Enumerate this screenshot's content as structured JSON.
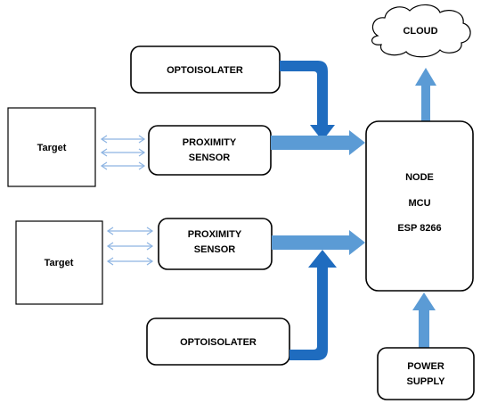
{
  "blocks": {
    "cloud": "CLOUD",
    "optoisolater_top": "OPTOISOLATER",
    "optoisolater_bottom": "OPTOISOLATER",
    "sensor_top": [
      "PROXIMITY",
      "SENSOR"
    ],
    "sensor_bottom": [
      "PROXIMITY",
      "SENSOR"
    ],
    "target_top": "Target",
    "target_bottom": "Target",
    "mcu": [
      "NODE",
      "MCU",
      "ESP 8266"
    ],
    "power": [
      "POWER",
      "SUPPLY"
    ]
  },
  "colors": {
    "arrow_light": "#5b9bd5",
    "arrow_dark": "#1f6cbf",
    "double_arrow": "#8db4e2",
    "stroke": "#000000"
  }
}
